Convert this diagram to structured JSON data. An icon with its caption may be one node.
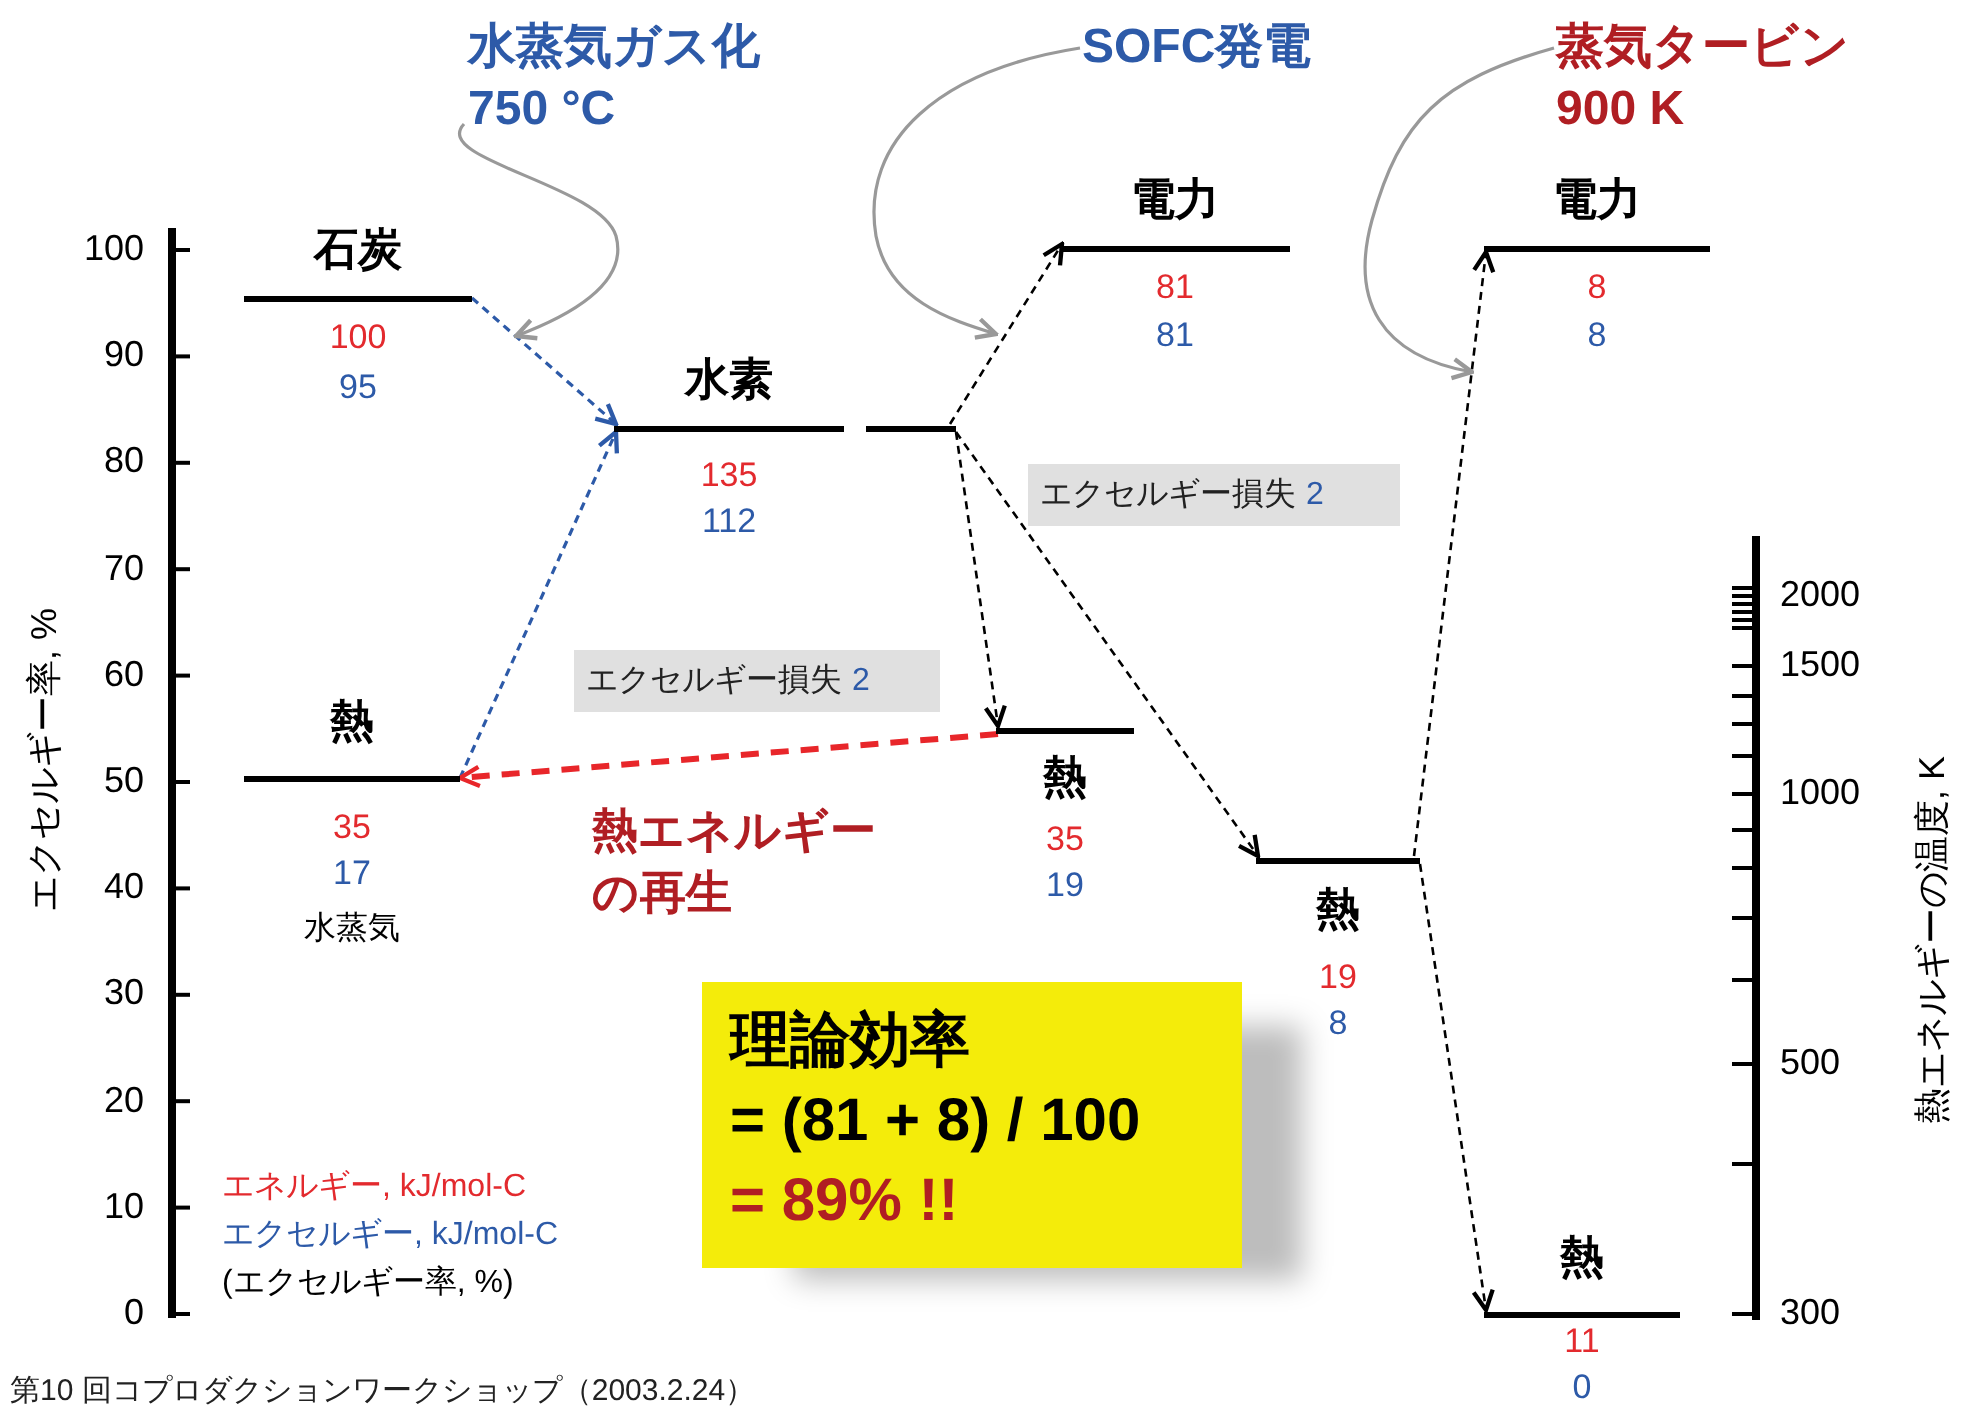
{
  "diagram": {
    "nodes": [
      {
        "text": [
          "石炭",
          "100",
          "95"
        ]
      },
      {
        "text": [
          "水素",
          "135",
          "112"
        ]
      },
      {
        "text": [],
        "shape": "bar"
      },
      {
        "text": [
          "電力",
          "81",
          "81"
        ]
      },
      {
        "text": [
          "電力",
          "8",
          "8"
        ]
      },
      {
        "text": [
          "熱",
          "35",
          "17",
          "水蒸気"
        ]
      },
      {
        "text": [
          "熱",
          "35",
          "19"
        ]
      },
      {
        "text": [
          "熱",
          "19",
          "8"
        ]
      },
      {
        "text": [
          "熱",
          "11",
          "0"
        ]
      },
      {
        "text": [
          "水蒸気ガス化",
          "750 °C"
        ]
      },
      {
        "text": [
          "SOFC発電"
        ]
      },
      {
        "text": [
          "蒸気タービン",
          "900 K"
        ]
      },
      {
        "text": [
          "理論効率",
          "= (81 + 8) / 100",
          "= 89% !!"
        ]
      },
      {
        "text": [
          "エクセルギー損失",
          "2"
        ]
      },
      {
        "text": [
          "エクセルギー損失",
          "2"
        ]
      }
    ],
    "edges": [
      {
        "from": 0,
        "to": 1,
        "arrow": "to",
        "style": "dashed",
        "color": "#2d5aa8"
      },
      {
        "from": 5,
        "to": 1,
        "arrow": "to",
        "style": "dashed",
        "color": "#2d5aa8"
      },
      {
        "from": 2,
        "to": 3,
        "arrow": "to",
        "style": "dashed"
      },
      {
        "from": 2,
        "to": 6,
        "arrow": "to",
        "style": "dashed"
      },
      {
        "from": 2,
        "to": 7,
        "arrow": "to",
        "style": "dashed"
      },
      {
        "from": 7,
        "to": 4,
        "arrow": "to",
        "style": "dashed"
      },
      {
        "from": 7,
        "to": 8,
        "arrow": "to",
        "style": "dashed"
      },
      {
        "from": 6,
        "to": 5,
        "arrow": "to",
        "style": "dashed",
        "color": "#e8262a",
        "label": "熱エネルギーの再生"
      },
      {
        "from": 9,
        "to": null,
        "arrow": "to",
        "color": "#999999"
      },
      {
        "from": 10,
        "to": null,
        "arrow": "to",
        "color": "#999999"
      },
      {
        "from": 11,
        "to": null,
        "arrow": "to",
        "color": "#999999"
      }
    ],
    "labels": [
      "100",
      "90",
      "80",
      "70",
      "60",
      "50",
      "40",
      "30",
      "20",
      "10",
      "0",
      "エクセルギー率, %",
      "2000",
      "1500",
      "1000",
      "500",
      "300",
      "熱エネルギーの温度, K",
      "エネルギー, kJ/mol-C",
      "エクセルギー, kJ/mol-C",
      "(エクセルギー率, %)",
      "第10 回コプロダクションワークショップ（2003.2.24）"
    ]
  }
}
